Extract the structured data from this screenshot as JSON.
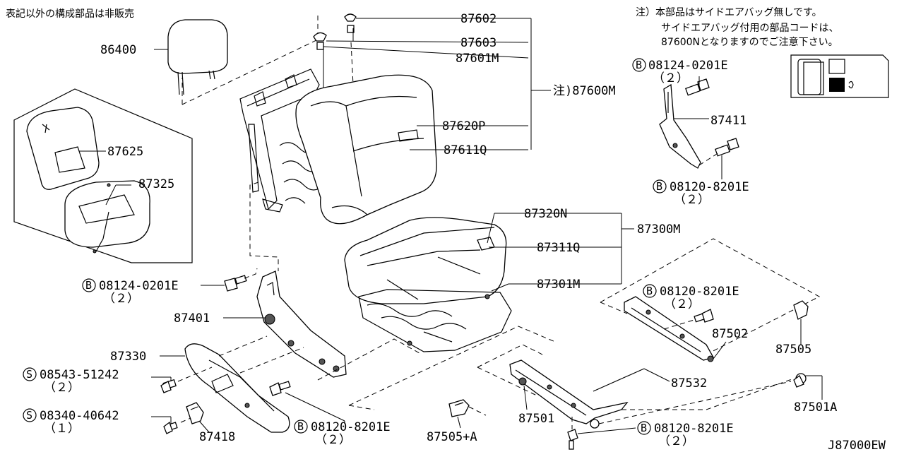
{
  "header_note": "表記以外の構成部品は非販売",
  "side_note": {
    "line1": "注）本部品はサイドエアバッグ無しです。",
    "line2": "サイドエアバッグ付用の部品コードは、",
    "line3": "87600Nとなりますのでご注意下さい。"
  },
  "diagram_code": "J87000EW",
  "bolt_mark_b": "B",
  "screw_mark_s": "S",
  "labels": {
    "p86400": "86400",
    "p87602": "87602",
    "p87603": "87603",
    "p87601M": "87601M",
    "p87600M": "注)87600M",
    "p87620P": "87620P",
    "p87611Q": "87611Q",
    "p87625": "87625",
    "p87325": "87325",
    "p87320N": "87320N",
    "p87300M": "87300M",
    "p87311Q": "87311Q",
    "p87301M": "87301M",
    "p87411": "87411",
    "p87401": "87401",
    "p87330": "87330",
    "p87418": "87418",
    "p87502": "87502",
    "p87505": "87505",
    "p87532": "87532",
    "p87501": "87501",
    "p87501A": "87501A",
    "p87505A": "87505+A",
    "b1_code": "08124-0201E",
    "b1_qty": "（２）",
    "b2_code": "08120-8201E",
    "b2_qty": "（２）",
    "b3_code": "08124-0201E",
    "b3_qty": "（２）",
    "b4_code": "08120-8201E",
    "b4_qty": "（２）",
    "b5_code": "08120-8201E",
    "b5_qty": "（２）",
    "b6_code": "08120-8201E",
    "b6_qty": "（２）",
    "s1_code": "08543-51242",
    "s1_qty": "（２）",
    "s2_code": "08340-40642",
    "s2_qty": "（１）"
  }
}
